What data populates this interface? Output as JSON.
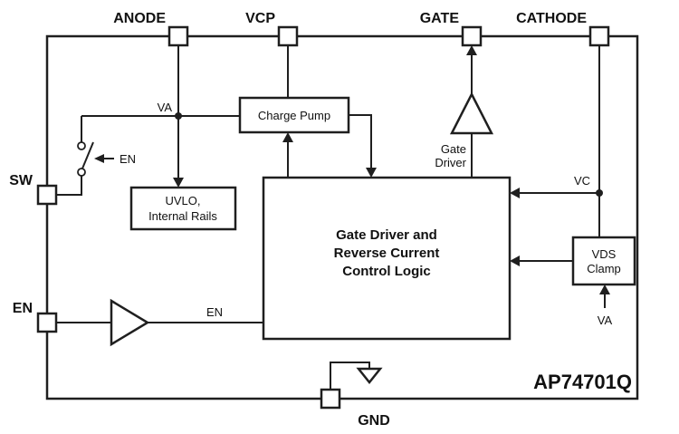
{
  "chip": {
    "name": "AP74701Q"
  },
  "pins": {
    "anode": {
      "label": "ANODE"
    },
    "vcp": {
      "label": "VCP"
    },
    "gate": {
      "label": "GATE"
    },
    "cathode": {
      "label": "CATHODE"
    },
    "sw": {
      "label": "SW"
    },
    "en": {
      "label": "EN"
    },
    "gnd": {
      "label": "GND"
    }
  },
  "blocks": {
    "charge_pump": {
      "label": "Charge Pump"
    },
    "uvlo": {
      "line1": "UVLO,",
      "line2": "Internal Rails"
    },
    "control_logic": {
      "line1": "Gate Driver and",
      "line2": "Reverse Current",
      "line3": "Control Logic"
    },
    "vds_clamp": {
      "line1": "VDS",
      "line2": "Clamp"
    }
  },
  "labels": {
    "va_anode": "VA",
    "en_switch": "EN",
    "gate_driver": {
      "line1": "Gate",
      "line2": "Driver"
    },
    "vc": "VC",
    "va_clamp": "VA",
    "en_signal": "EN"
  },
  "icons": {
    "gate_driver_amplifier": "triangle-up-amplifier-icon",
    "en_buffer": "triangle-right-buffer-icon",
    "sw_switch": "spst-switch-icon",
    "ground": "ground-symbol-icon"
  },
  "colors": {
    "line": "#1f1f1f",
    "background": "#ffffff",
    "text": "#111111"
  }
}
